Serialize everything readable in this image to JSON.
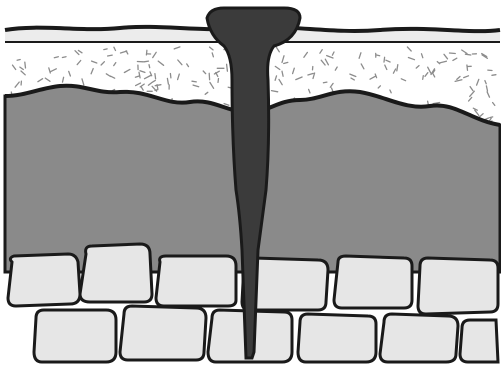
{
  "diagram": {
    "colors": {
      "background": "#ffffff",
      "outline": "#1a1a1a",
      "surface_band": "#ececec",
      "granular_layer": "#ffffff",
      "granular_speckle": "#8c8c8c",
      "dense_layer": "#8a8a8a",
      "stones": "#e6e6e6",
      "crack_fill": "#3b3b3b"
    },
    "layers": [
      {
        "id": "surface-band",
        "pattern": "solid-light"
      },
      {
        "id": "granular-layer",
        "pattern": "speckled"
      },
      {
        "id": "dense-layer",
        "pattern": "solid-gray"
      },
      {
        "id": "stone-base",
        "pattern": "rounded-blocks"
      }
    ],
    "crack": {
      "id": "vertical-crack",
      "extends_to": "bottom"
    },
    "stones": {
      "row_count": 2,
      "upper_row": 6,
      "lower_row": 6
    }
  }
}
